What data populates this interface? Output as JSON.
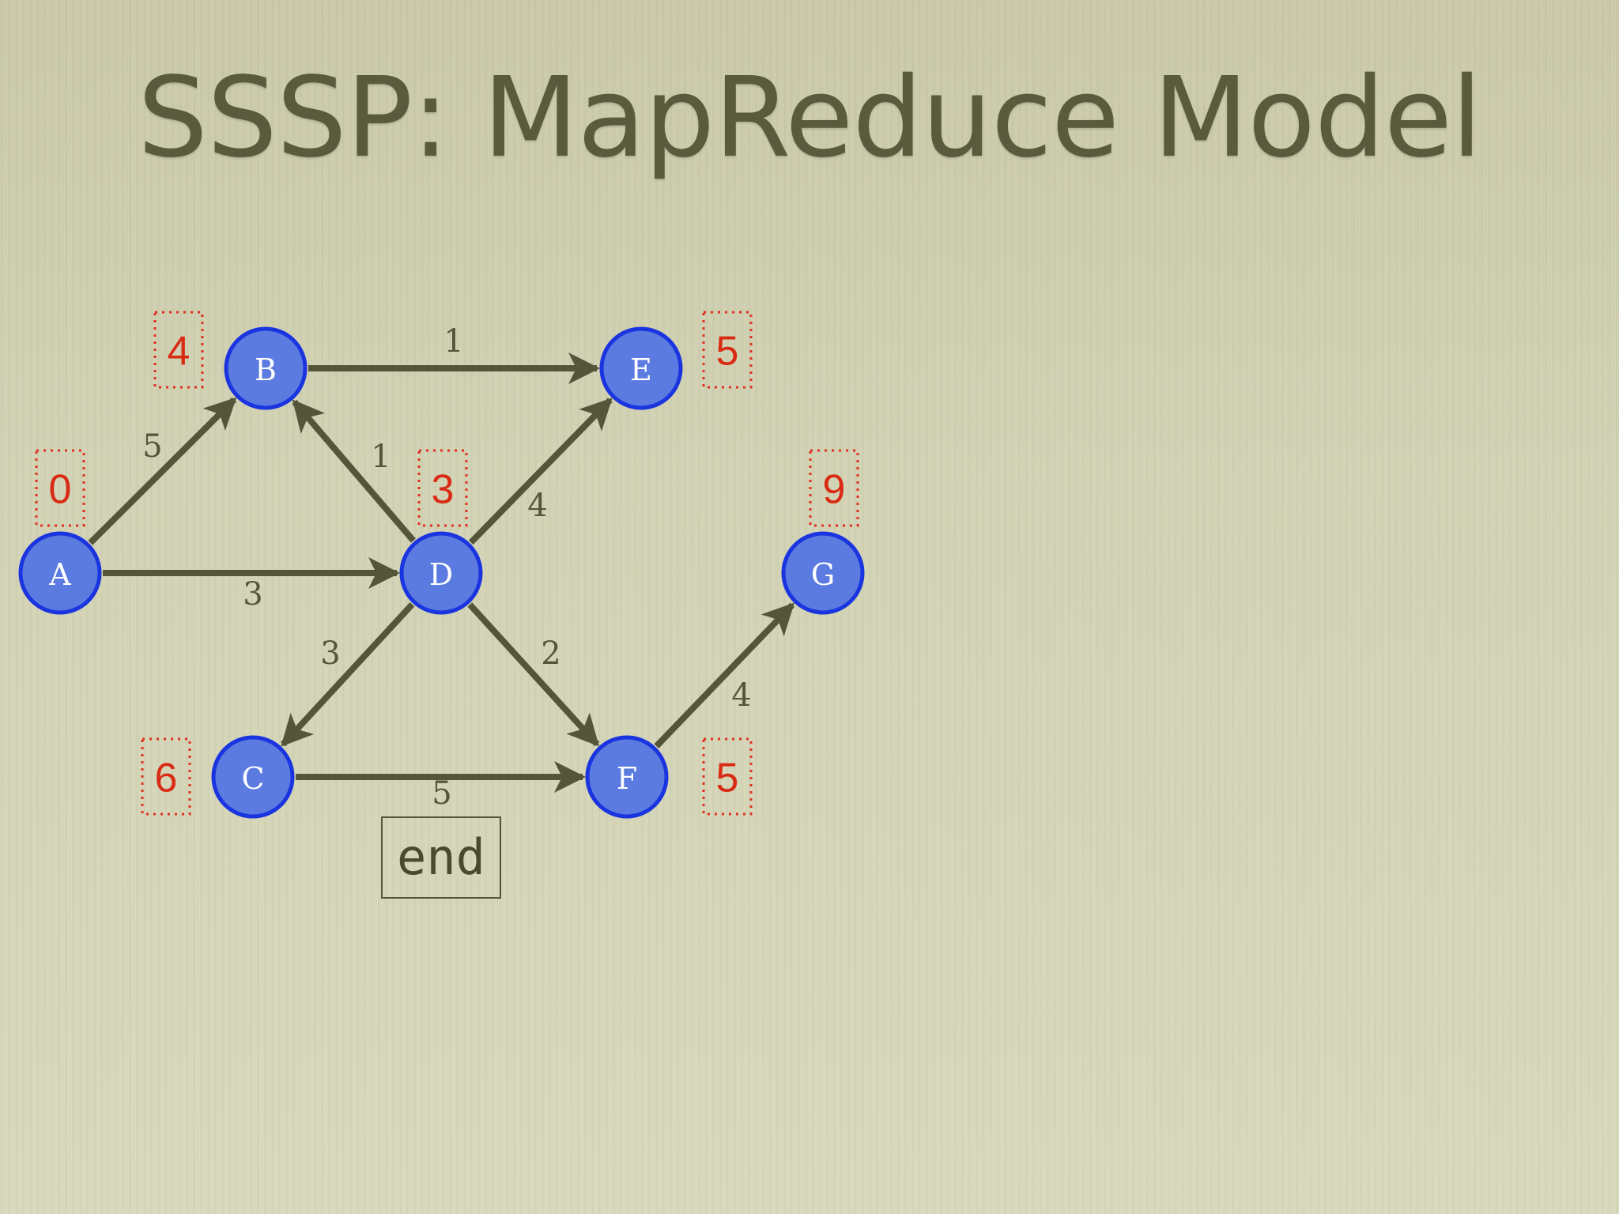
{
  "slide": {
    "title": "SSSP: MapReduce Model",
    "status_label": "end"
  },
  "colors": {
    "node_fill": "#5b7be0",
    "node_stroke": "#1a34e0",
    "edge": "#55553a",
    "distance_text": "#d92a14"
  },
  "graph": {
    "nodes": [
      {
        "id": "A",
        "label": "A",
        "distance": "0"
      },
      {
        "id": "B",
        "label": "B",
        "distance": "4"
      },
      {
        "id": "C",
        "label": "C",
        "distance": "6"
      },
      {
        "id": "D",
        "label": "D",
        "distance": "3"
      },
      {
        "id": "E",
        "label": "E",
        "distance": "5"
      },
      {
        "id": "F",
        "label": "F",
        "distance": "5"
      },
      {
        "id": "G",
        "label": "G",
        "distance": "9"
      }
    ],
    "edges": [
      {
        "from": "A",
        "to": "B",
        "weight": "5"
      },
      {
        "from": "A",
        "to": "D",
        "weight": "3"
      },
      {
        "from": "B",
        "to": "E",
        "weight": "1"
      },
      {
        "from": "D",
        "to": "B",
        "weight": "1"
      },
      {
        "from": "D",
        "to": "E",
        "weight": "4"
      },
      {
        "from": "D",
        "to": "C",
        "weight": "3"
      },
      {
        "from": "D",
        "to": "F",
        "weight": "2"
      },
      {
        "from": "C",
        "to": "F",
        "weight": "5"
      },
      {
        "from": "F",
        "to": "G",
        "weight": "4"
      }
    ]
  }
}
